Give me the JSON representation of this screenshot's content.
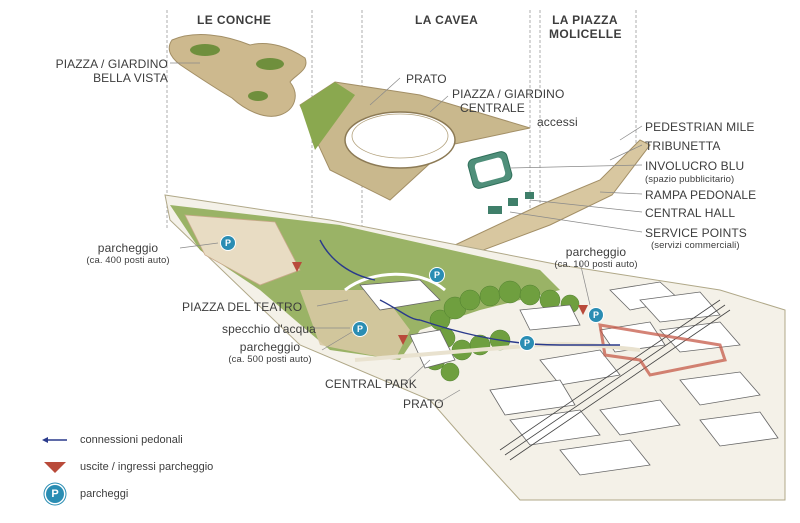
{
  "headers": {
    "le_conche": "LE CONCHE",
    "la_cavea": "LA CAVEA",
    "la_piazza": [
      "LA PIAZZA",
      "MOLICELLE"
    ]
  },
  "labels": {
    "piazza_bella_vista": [
      "PIAZZA / GIARDINO",
      "BELLA VISTA"
    ],
    "prato_top": "PRATO",
    "piazza_centrale": [
      "PIAZZA / GIARDINO",
      "CENTRALE"
    ],
    "accessi": "accessi",
    "pedestrian_mile": "PEDESTRIAN MILE",
    "tribunetta": "TRIBUNETTA",
    "involucro_blu": "INVOLUCRO BLU",
    "involucro_sub": "(spazio pubblicitario)",
    "rampa_pedonale": "RAMPA PEDONALE",
    "central_hall": "CENTRAL HALL",
    "service_points": "SERVICE POINTS",
    "service_sub": "(servizi commerciali)",
    "parcheggio_400": [
      "parcheggio",
      "(ca. 400 posti auto)"
    ],
    "parcheggio_100": [
      "parcheggio",
      "(ca. 100 posti auto)"
    ],
    "parcheggio_500": [
      "parcheggio",
      "(ca. 500 posti auto)"
    ],
    "piazza_teatro": "PIAZZA DEL TEATRO",
    "specchio": "specchio d'acqua",
    "central_park": "CENTRAL PARK",
    "prato_bottom": "PRATO"
  },
  "legend": {
    "pedestrian": "connessioni pedonali",
    "parking_exits": "uscite / ingressi parcheggio",
    "parking": "parcheggi",
    "p_symbol": "P"
  },
  "colors": {
    "green_dark": "#7a9a4a",
    "green_light": "#b9c98a",
    "tan": "#d9c9a3",
    "tan_dark": "#b7a27a",
    "arrow_blue": "#2a3a8c",
    "exit_red": "#b94a3a",
    "parking_blue": "#2a8db3"
  }
}
